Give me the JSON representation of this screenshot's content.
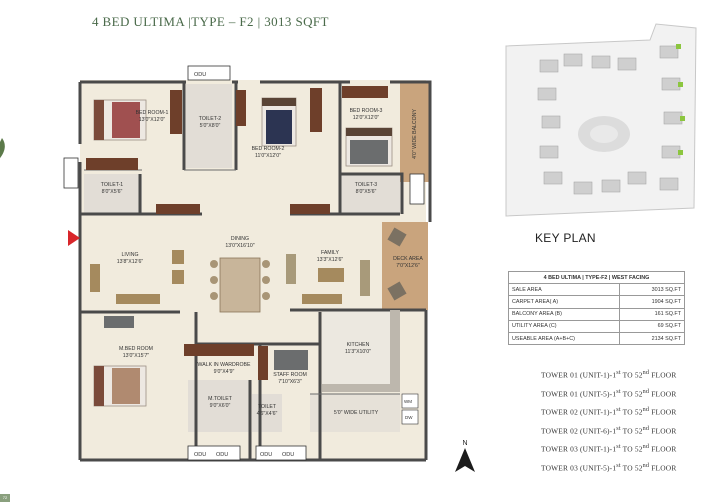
{
  "header": {
    "title": "4 BED ULTIMA |TYPE – F2 | 3013 SQFT"
  },
  "plan": {
    "rooms": [
      {
        "name": "BED ROOM-1",
        "dims": "13'0\"X12'0\""
      },
      {
        "name": "TOILET-2",
        "dims": "5'0\"X8'0\""
      },
      {
        "name": "BED ROOM-2",
        "dims": "11'0\"X12'0\""
      },
      {
        "name": "BED ROOM-3",
        "dims": "12'0\"X12'0\""
      },
      {
        "name": "TOILET-1",
        "dims": "8'0\"X5'6\""
      },
      {
        "name": "TOILET-3",
        "dims": "8'0\"X5'6\""
      },
      {
        "name": "DINING",
        "dims": "13'0\"X16'10\""
      },
      {
        "name": "LIVING",
        "dims": "13'8\"X12'6\""
      },
      {
        "name": "FAMILY",
        "dims": "13'3\"X12'6\""
      },
      {
        "name": "DECK AREA",
        "dims": "7'0\"X12'6\""
      },
      {
        "name": "KITCHEN",
        "dims": "11'3\"X10'0\""
      },
      {
        "name": "M.BED ROOM",
        "dims": "13'0\"X15'7\""
      },
      {
        "name": "WALK IN WARDROBE",
        "dims": "9'0\"X4'9\""
      },
      {
        "name": "STAFF ROOM",
        "dims": "7'10\"X6'3\""
      },
      {
        "name": "M.TOILET",
        "dims": "9'0\"X6'0\""
      },
      {
        "name": "TOILET",
        "dims": "4'6\"X4'6\""
      }
    ],
    "balcony_label": "4'0\" WIDE BALCONY",
    "utility_label": "5'0\" WIDE UTILITY",
    "odu_label": "ODU",
    "wm_label": "WM",
    "dw_label": "DW"
  },
  "key_plan": {
    "title": "KEY PLAN"
  },
  "area_table": {
    "header": "4 BED ULTIMA | TYPE-F2 | WEST FACING",
    "rows": [
      {
        "label": "SALE AREA",
        "value": "3013 SQ.FT"
      },
      {
        "label": "CARPET AREA( A)",
        "value": "1904 SQ.FT"
      },
      {
        "label": "BALCONY AREA (B)",
        "value": "161 SQ.FT"
      },
      {
        "label": "UTILITY AREA (C)",
        "value": "69 SQ.FT"
      },
      {
        "label": "USEABLE AREA (A+B+C)",
        "value": "2134 SQ.FT"
      }
    ]
  },
  "floors": [
    {
      "prefix": "TOWER 01 (UNIT-1)-1",
      "s1": "st",
      "mid": " TO 52",
      "s2": "nd",
      "suffix": " FLOOR"
    },
    {
      "prefix": "TOWER 01 (UNIT-5)-1",
      "s1": "st",
      "mid": " TO 52",
      "s2": "nd",
      "suffix": " FLOOR"
    },
    {
      "prefix": "TOWER 02 (UNIT-1)-1",
      "s1": "st",
      "mid": " TO 52",
      "s2": "nd",
      "suffix": " FLOOR"
    },
    {
      "prefix": "TOWER 02 (UNIT-6)-1",
      "s1": "st",
      "mid": " TO 52",
      "s2": "nd",
      "suffix": " FLOOR"
    },
    {
      "prefix": "TOWER 03 (UNIT-1)-1",
      "s1": "st",
      "mid": " TO 52",
      "s2": "nd",
      "suffix": " FLOOR"
    },
    {
      "prefix": "TOWER 03 (UNIT-5)-1",
      "s1": "st",
      "mid": " TO 52",
      "s2": "nd",
      "suffix": " FLOOR"
    }
  ],
  "compass": {
    "label": "N"
  },
  "page_number": "72",
  "colors": {
    "title": "#4a6a4a",
    "wall": "#4a4a4a",
    "floor": "#f1ebdd",
    "wood": "#6e3f2a",
    "deck": "#c9a47d",
    "entry_arrow": "#d8262b",
    "tile": "#e2ddd6"
  },
  "icons": [
    "entry-arrow-icon",
    "north-compass-icon",
    "leaf-icon"
  ]
}
